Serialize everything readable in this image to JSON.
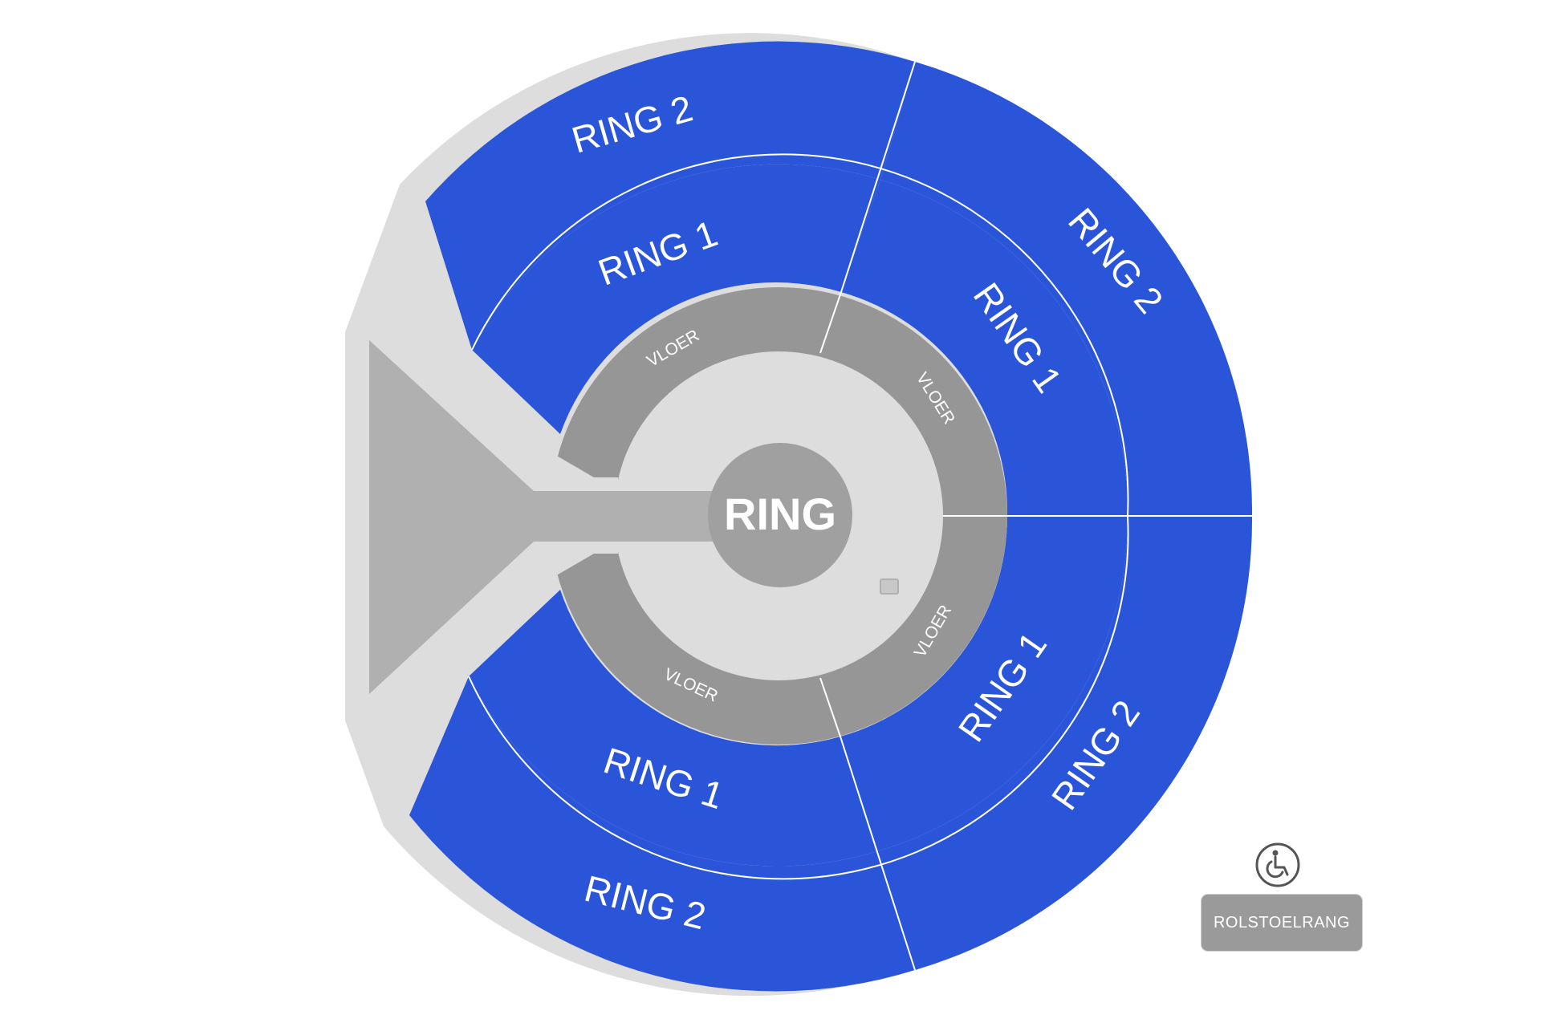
{
  "map": {
    "center_label": "RING",
    "sections": {
      "ring2_top": "RING 2",
      "ring1_top": "RING 1",
      "ring2_right_top": "RING 2",
      "ring1_right_top": "RING 1",
      "ring1_right_bottom": "RING 1",
      "ring2_right_bottom": "RING 2",
      "ring1_bottom": "RING 1",
      "ring2_bottom": "RING 2"
    },
    "floor": {
      "top_left": "VLOER",
      "top_right": "VLOER",
      "bottom_right": "VLOER",
      "bottom_left": "VLOER"
    }
  },
  "legend": {
    "wheelchair_label": "ROLSTOELRANG",
    "icon": "wheelchair-icon"
  },
  "colors": {
    "seat_blue": "#2b55d8",
    "floor_gray": "#969696",
    "stage_gray": "#b0b0b0",
    "background_gray": "#dddddd",
    "ring_gray": "#a0a0a0"
  }
}
